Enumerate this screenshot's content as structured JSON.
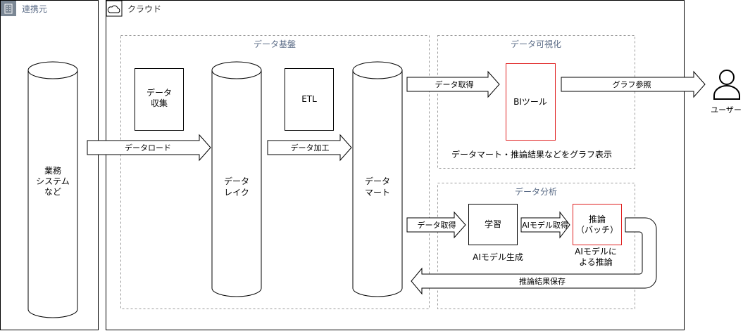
{
  "source_group": {
    "title": "連携元"
  },
  "cloud_group": {
    "title": "クラウド"
  },
  "sections": {
    "data_platform": "データ基盤",
    "data_visualization": "データ可視化",
    "data_analysis": "データ分析"
  },
  "nodes": {
    "business_system": [
      "業務",
      "システム",
      "など"
    ],
    "data_collection": [
      "データ",
      "収集"
    ],
    "data_lake": [
      "データ",
      "レイク"
    ],
    "etl": "ETL",
    "data_mart": [
      "データ",
      "マート"
    ],
    "bi_tool": "BIツール",
    "learning": "学習",
    "inference": [
      "推論",
      "（バッチ）"
    ],
    "user": "ユーザー"
  },
  "arrows": {
    "data_load": "データロード",
    "data_processing": "データ加工",
    "data_fetch_viz": "データ取得",
    "graph_view": "グラフ参照",
    "data_fetch_analysis": "データ取得",
    "ai_model_fetch": "AIモデル取得",
    "save_results": "推論結果保存"
  },
  "notes": {
    "viz_caption": "データマート・推論結果などをグラフ表示",
    "ai_model_generation": "AIモデル生成",
    "ai_inference": [
      "AIモデルに",
      "よる推論"
    ]
  },
  "colors": {
    "section_title": "#5a6b86",
    "highlight_border": "#e02020",
    "line": "#000000",
    "dashed": "#9a9a9a",
    "source_header_bg": "#7b8794"
  }
}
